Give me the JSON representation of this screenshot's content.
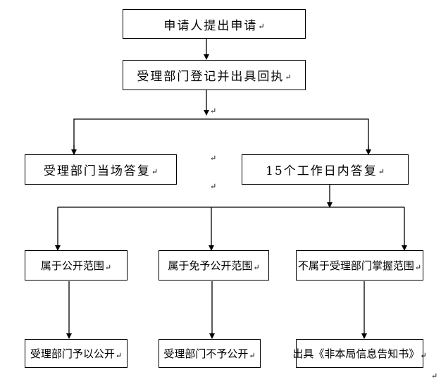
{
  "mark": "↵",
  "nodes": {
    "submit": "申请人提出申请",
    "register": "受理部门登记并出具回执",
    "reply_on_site": "受理部门当场答复",
    "reply_15_days": "15个工作日内答复",
    "public_scope": "属于公开范围",
    "exempt_scope": "属于免予公开范围",
    "not_dept_scope": "不属于受理部门掌握范围",
    "disclose": "受理部门予以公开",
    "not_disclose": "受理部门不予公开",
    "issue_notice": "出具《非本局信息告知书》"
  },
  "edges": [
    [
      "submit",
      "register"
    ],
    [
      "register",
      "reply_on_site"
    ],
    [
      "register",
      "reply_15_days"
    ],
    [
      "reply_15_days",
      "public_scope"
    ],
    [
      "reply_15_days",
      "exempt_scope"
    ],
    [
      "reply_15_days",
      "not_dept_scope"
    ],
    [
      "public_scope",
      "disclose"
    ],
    [
      "exempt_scope",
      "not_disclose"
    ],
    [
      "not_dept_scope",
      "issue_notice"
    ]
  ]
}
